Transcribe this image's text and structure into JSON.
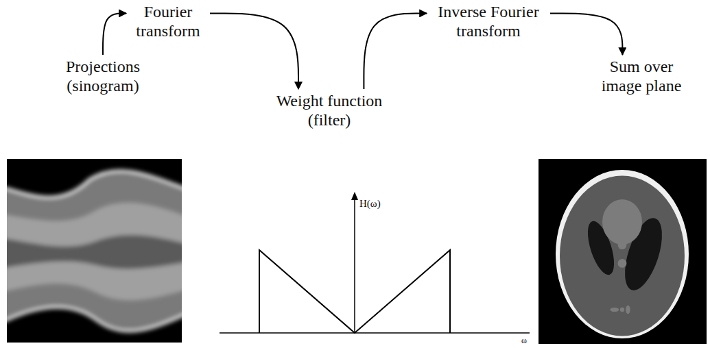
{
  "diagram": {
    "nodes": [
      {
        "text": [
          "Projections (sinogram)"
        ]
      },
      {
        "text": [
          "Fourier transform"
        ]
      },
      {
        "text": [
          "Weight function (filter)"
        ]
      },
      {
        "text": [
          "Inverse Fourier transform"
        ]
      },
      {
        "text": [
          "Sum over image plane"
        ]
      }
    ],
    "edges": [
      {
        "from": 0,
        "to": 1,
        "arrow": "to"
      },
      {
        "from": 1,
        "to": 2,
        "arrow": "to"
      },
      {
        "from": 2,
        "to": 3,
        "arrow": "to"
      },
      {
        "from": 3,
        "to": 4,
        "arrow": "to"
      }
    ],
    "labels": [
      "H(ω)",
      "ω"
    ]
  }
}
